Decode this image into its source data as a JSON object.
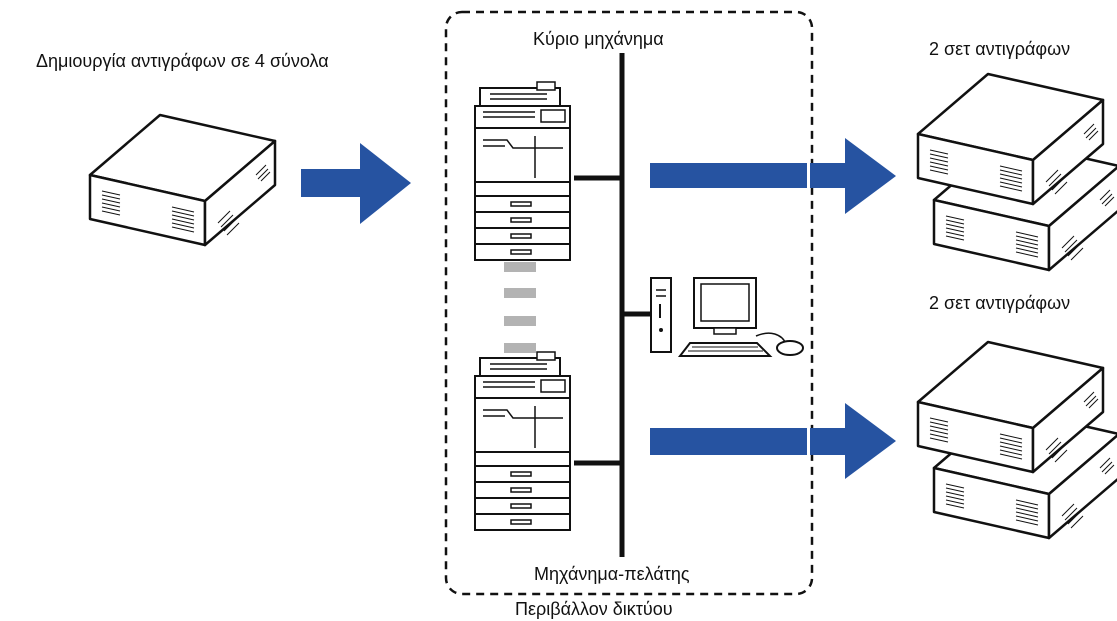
{
  "source": {
    "label": "Δημιουργία αντιγράφων σε 4 σύνολα"
  },
  "network": {
    "label": "Περιβάλλον δικτύου",
    "main_machine": {
      "label": "Κύριο μηχάνημα"
    },
    "client_machine": {
      "label": "Μηχάνημα-πελάτης"
    }
  },
  "outputs": [
    {
      "label": "2 σετ αντιγράφων"
    },
    {
      "label": "2 σετ αντιγράφων"
    }
  ],
  "colors": {
    "arrow": "#2653a1",
    "stroke": "#111111",
    "dash": "#b3b3b3",
    "paper": "#ffffff"
  }
}
